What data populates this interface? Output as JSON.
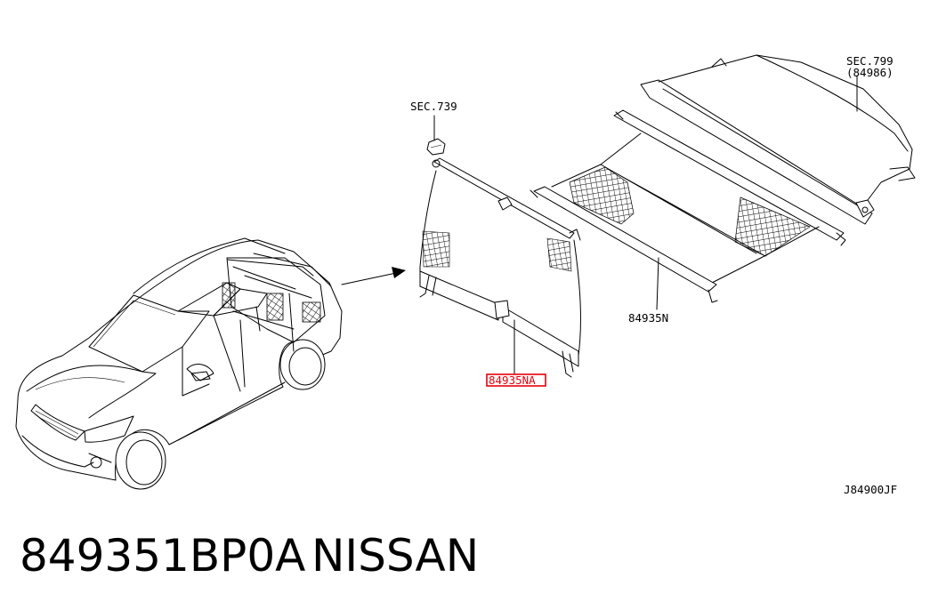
{
  "diagram": {
    "callouts": {
      "sec739": "SEC.739",
      "sec799": "SEC.799",
      "sec799_ref": "(84986)",
      "part_left": "84935NA",
      "part_right": "84935N",
      "figure_code": "J84900JF"
    },
    "highlight_color": "#e8000b"
  },
  "caption": {
    "part_number": "849351BP0A",
    "brand": "NISSAN"
  }
}
